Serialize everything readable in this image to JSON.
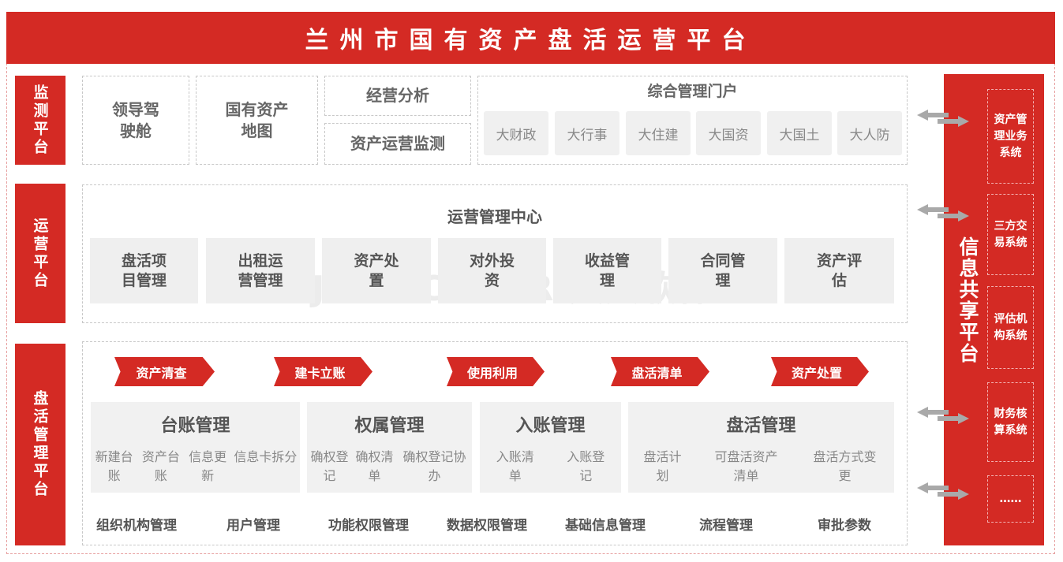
{
  "title": "兰州市国有资产盘活运营平台",
  "watermark": "JOIN-CHEER 久其软件",
  "colors": {
    "brand_red": "#d42a24",
    "card_gray": "#f0f0f0"
  },
  "monitor": {
    "label": "监测平台",
    "cockpit": "领导驾驶舱",
    "map": "国有资产地图",
    "analysis": "经营分析",
    "monitoring": "资产运营监测",
    "portal": {
      "title": "综合管理门户",
      "items": [
        "大财政",
        "大行事",
        "大住建",
        "大国资",
        "大国土",
        "大人防"
      ]
    }
  },
  "operation": {
    "label": "运营平台",
    "center_title": "运营管理中心",
    "items": [
      "盘活项目管理",
      "出租运营管理",
      "资产处置",
      "对外投资",
      "收益管理",
      "合同管理",
      "资产评估"
    ]
  },
  "revitalize": {
    "label": "盘活管理平台",
    "flow": [
      "资产清查",
      "建卡立账",
      "使用利用",
      "盘活清单",
      "资产处置"
    ],
    "cards": [
      {
        "title": "台账管理",
        "items": [
          "新建台账",
          "资产台账",
          "信息更新",
          "信息卡拆分"
        ]
      },
      {
        "title": "权属管理",
        "items": [
          "确权登记",
          "确权清单",
          "确权登记协办"
        ]
      },
      {
        "title": "入账管理",
        "items": [
          "入账清单",
          "入账登记"
        ]
      },
      {
        "title": "盘活管理",
        "items": [
          "盘活计划",
          "可盘活资产清单",
          "盘活方式变更"
        ]
      }
    ],
    "base": [
      "组织机构管理",
      "用户管理",
      "功能权限管理",
      "数据权限管理",
      "基础信息管理",
      "流程管理",
      "审批参数"
    ]
  },
  "share": {
    "title": "信息共享平台",
    "systems": [
      "资产管理业务系统",
      "三方交易系统",
      "评估机构系统",
      "财务核算系统",
      "……"
    ]
  }
}
